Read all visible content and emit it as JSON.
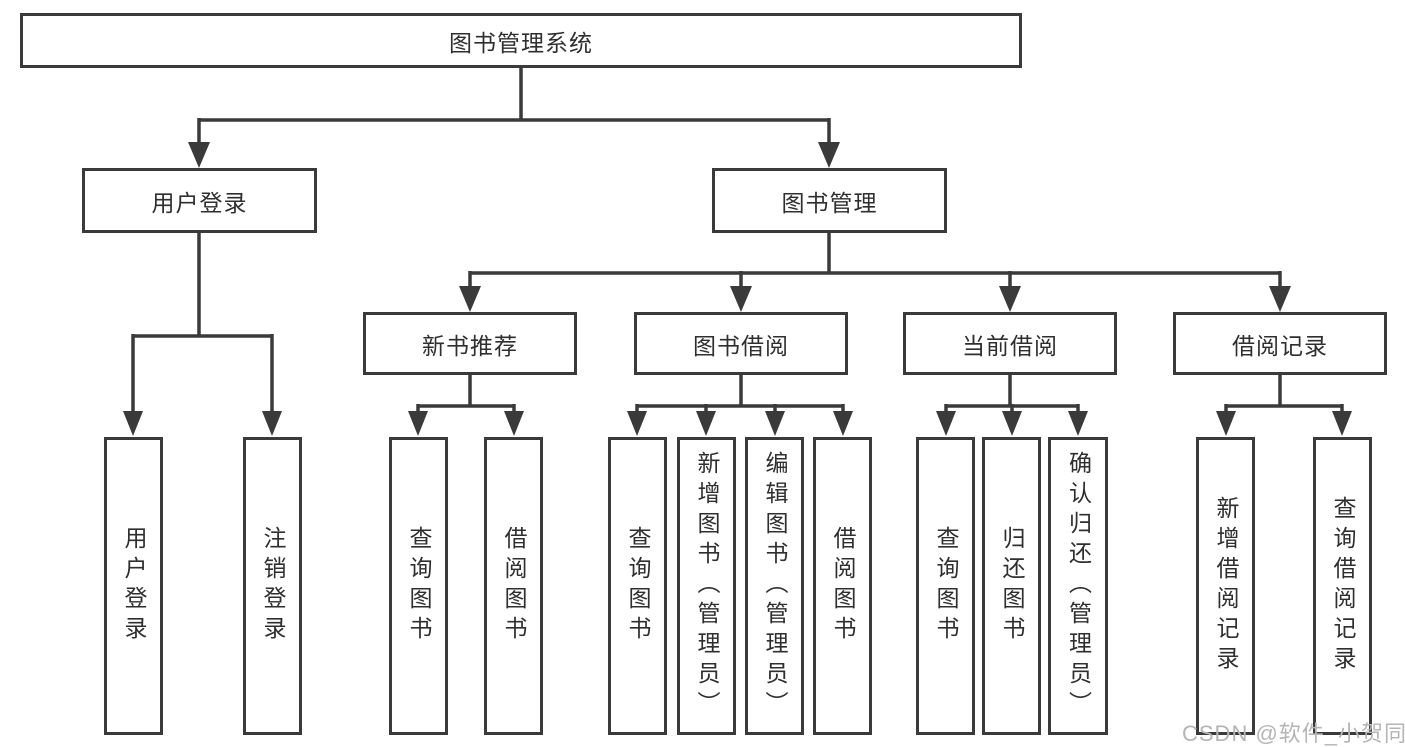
{
  "diagram": {
    "type": "hierarchy-structure-chart",
    "title": "图书管理系统",
    "colors": {
      "line": "#3a3a3a",
      "box_border": "#3a3a3a",
      "text": "#2f2f2f",
      "background": "#ffffff",
      "watermark": "#b5b5b5"
    },
    "nodes": {
      "root": {
        "label": "图书管理系统"
      },
      "user_login_branch": {
        "label": "用户登录"
      },
      "book_mgmt_branch": {
        "label": "图书管理"
      },
      "new_book_rec": {
        "label": "新书推荐"
      },
      "book_borrow": {
        "label": "图书借阅"
      },
      "current_borrow": {
        "label": "当前借阅"
      },
      "borrow_records": {
        "label": "借阅记录"
      },
      "leaf_user_login": {
        "label": "用户登录"
      },
      "leaf_logout": {
        "label": "注销登录"
      },
      "leaf_rec_query": {
        "label": "查询图书"
      },
      "leaf_rec_borrow": {
        "label": "借阅图书"
      },
      "leaf_bb_query": {
        "label": "查询图书"
      },
      "leaf_bb_add": {
        "label": "新增图书（管理员）"
      },
      "leaf_bb_edit": {
        "label": "编辑图书（管理员）"
      },
      "leaf_bb_borrow": {
        "label": "借阅图书"
      },
      "leaf_cb_query": {
        "label": "查询图书"
      },
      "leaf_cb_return": {
        "label": "归还图书"
      },
      "leaf_cb_confirm": {
        "label": "确认归还（管理员）"
      },
      "leaf_br_add": {
        "label": "新增借阅记录"
      },
      "leaf_br_query": {
        "label": "查询借阅记录"
      }
    },
    "hierarchy": {
      "图书管理系统": {
        "用户登录": [
          "用户登录",
          "注销登录"
        ],
        "图书管理": {
          "新书推荐": [
            "查询图书",
            "借阅图书"
          ],
          "图书借阅": [
            "查询图书",
            "新增图书（管理员）",
            "编辑图书（管理员）",
            "借阅图书"
          ],
          "当前借阅": [
            "查询图书",
            "归还图书",
            "确认归还（管理员）"
          ],
          "借阅记录": [
            "新增借阅记录",
            "查询借阅记录"
          ]
        }
      }
    }
  },
  "watermark": {
    "text": "CSDN @软件_小贺同学"
  }
}
